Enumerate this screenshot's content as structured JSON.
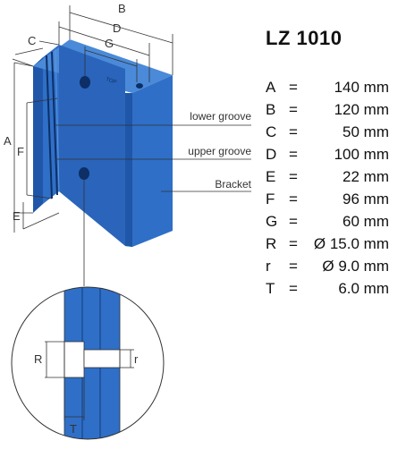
{
  "title": "LZ 1010",
  "specs": [
    {
      "key": "A",
      "eq": "=",
      "value": "140 mm"
    },
    {
      "key": "B",
      "eq": "=",
      "value": "120 mm"
    },
    {
      "key": "C",
      "eq": "=",
      "value": "50 mm"
    },
    {
      "key": "D",
      "eq": "=",
      "value": "100 mm"
    },
    {
      "key": "E",
      "eq": "=",
      "value": "22 mm"
    },
    {
      "key": "F",
      "eq": "=",
      "value": "96 mm"
    },
    {
      "key": "G",
      "eq": "=",
      "value": "60 mm"
    },
    {
      "key": "R",
      "eq": "=",
      "value": "Ø 15.0 mm"
    },
    {
      "key": "r",
      "eq": "=",
      "value": "Ø 9.0 mm"
    },
    {
      "key": "T",
      "eq": "=",
      "value": "6.0 mm"
    }
  ],
  "dims": {
    "A": "A",
    "B": "B",
    "C": "C",
    "D": "D",
    "E": "E",
    "F": "F",
    "G": "G",
    "R": "R",
    "r": "r",
    "T": "T"
  },
  "callouts": {
    "lower_groove": "lower groove",
    "upper_groove": "upper groove",
    "bracket": "Bracket"
  },
  "stamp": "TOP",
  "colors": {
    "blue": "#2f6fc7",
    "blue_dark": "#1f56a8",
    "blue_light": "#4a8ad8",
    "line": "#333333"
  }
}
